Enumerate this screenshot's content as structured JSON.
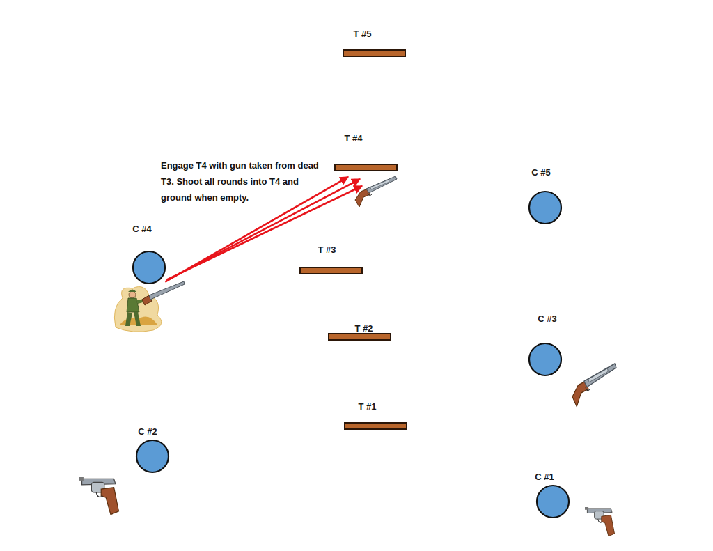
{
  "diagram": {
    "nodes": [
      {
        "text": [
          "T #5"
        ]
      },
      {
        "text": [
          "T #4"
        ]
      },
      {
        "text": [
          "C #5"
        ]
      },
      {
        "text": [
          "C #4"
        ]
      },
      {
        "text": [
          "T #3"
        ]
      },
      {
        "text": [
          "T #2"
        ]
      },
      {
        "text": [
          "C #3"
        ]
      },
      {
        "text": [
          "T #1"
        ]
      },
      {
        "text": [
          "C #2"
        ]
      },
      {
        "text": [
          "C #1"
        ]
      }
    ],
    "edges": [
      {
        "from": 3,
        "to": 1,
        "arrow": "to"
      },
      {
        "from": 3,
        "to": 1,
        "arrow": "to"
      },
      {
        "from": 3,
        "to": 1,
        "arrow": "to"
      }
    ],
    "labels": [
      "Engage T4 with gun taken from dead T3. Shoot all rounds into T4 and ground when empty."
    ]
  }
}
